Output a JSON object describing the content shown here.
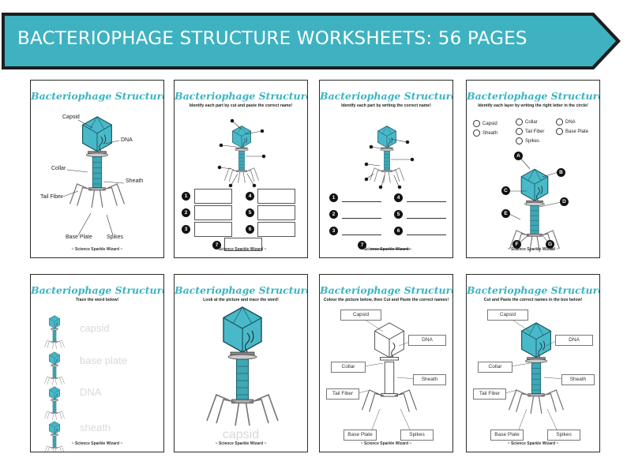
{
  "banner": {
    "title": "BACTERIOPHAGE STRUCTURE WORKSHEETS: 56 PAGES",
    "color": "#3eb2c1"
  },
  "sheet_title": "Bacteriophage Structure",
  "footer": "~ Science Sparkle Wizard ~",
  "cards": [
    {
      "labels": {
        "capsid": "Capsid",
        "dna": "DNA",
        "collar": "Collar",
        "sheath": "Sheath",
        "tail_fiber": "Tail Fiber",
        "base_plate": "Base Plate",
        "spikes": "Spikes"
      }
    },
    {
      "instruction": "Identify each part by cut and paste the correct name!",
      "numbers": [
        "1",
        "2",
        "3",
        "4",
        "5",
        "6",
        "7"
      ]
    },
    {
      "instruction": "Identify each part by writing the correct name!",
      "numbers": [
        "1",
        "2",
        "3",
        "4",
        "5",
        "6",
        "7"
      ]
    },
    {
      "instruction": "Identify each layer by writing the right letter in the circle!",
      "options": [
        "Capsid",
        "Collar",
        "DNA",
        "Sheath",
        "Tail Fiber",
        "Base Plate",
        "Spikes"
      ],
      "letters": [
        "A",
        "B",
        "C",
        "D",
        "E",
        "F",
        "G"
      ]
    },
    {
      "instruction": "Trace the word below!",
      "words": [
        "capsid",
        "base plate",
        "DNA",
        "sheath"
      ]
    },
    {
      "instruction": "Look at the picture and trace the word!",
      "word": "capsid"
    },
    {
      "instruction": "Colour the picture below, then Cut and Paste the correct names!",
      "labels": [
        "Capsid",
        "DNA",
        "Collar",
        "Sheath",
        "Tail Fiber",
        "Base Plate",
        "Spikes"
      ]
    },
    {
      "instruction": "Cut and Paste the correct names in the box below!",
      "labels": [
        "Capsid",
        "DNA",
        "Collar",
        "Sheath",
        "Tail Fiber",
        "Base Plate",
        "Spikes"
      ]
    }
  ]
}
